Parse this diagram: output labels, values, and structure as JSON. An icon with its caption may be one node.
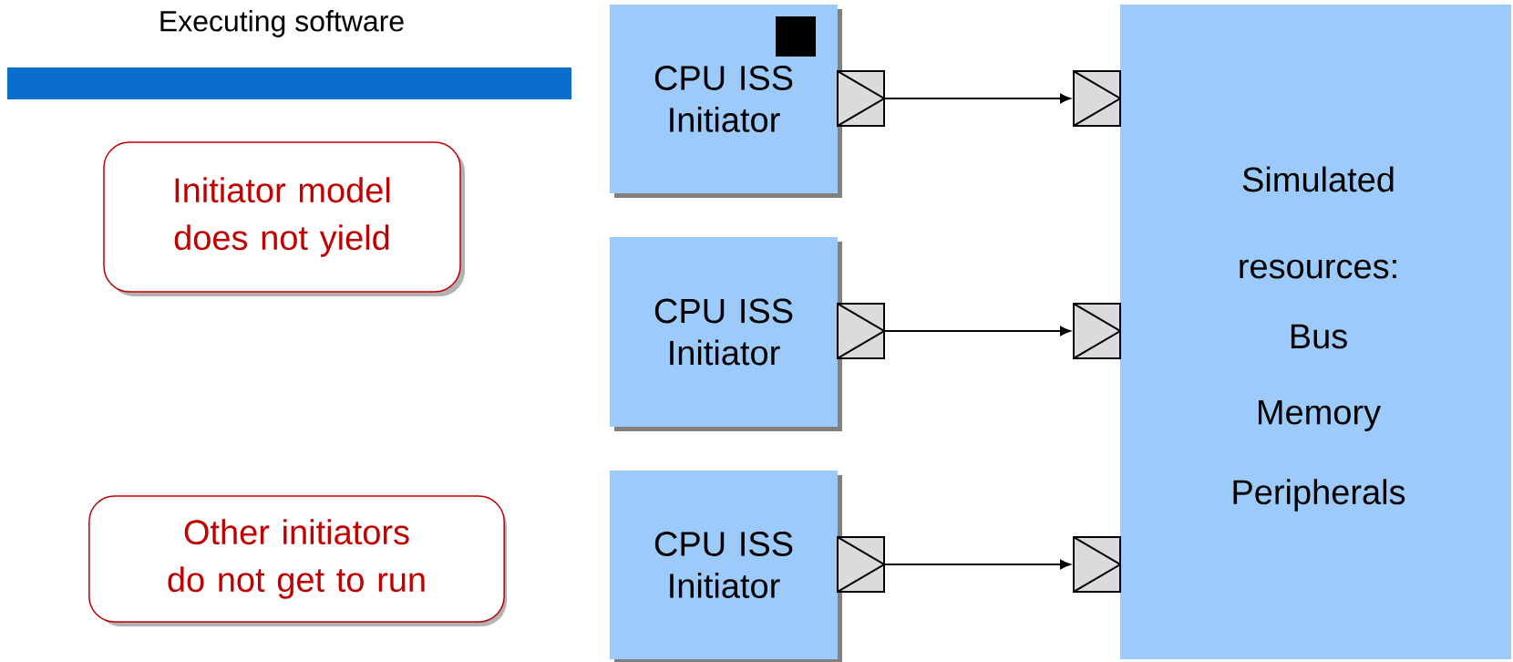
{
  "diagram": {
    "nodes": [
      {
        "text": [
          "CPU ISS Initiator"
        ]
      },
      {
        "text": [
          "CPU ISS Initiator"
        ]
      },
      {
        "text": [
          "CPU ISS Initiator"
        ]
      },
      {
        "text": [
          "Simulated resources:",
          "Bus",
          "Memory",
          "Peripherals"
        ]
      },
      {
        "text": [],
        "shape": "box"
      },
      {
        "text": [],
        "shape": "box"
      },
      {
        "text": [],
        "shape": "box"
      },
      {
        "text": [],
        "shape": "box"
      },
      {
        "text": [],
        "shape": "box"
      },
      {
        "text": [],
        "shape": "box"
      },
      {
        "text": [
          "Initiator model does not yield"
        ]
      },
      {
        "text": [
          "Other initiators do not get to run"
        ]
      }
    ],
    "edges": [
      {
        "from": 4,
        "to": 7,
        "arrow": "to"
      },
      {
        "from": 5,
        "to": 8,
        "arrow": "to"
      },
      {
        "from": 6,
        "to": 9,
        "arrow": "to"
      }
    ],
    "labels": [
      "Executing  software"
    ]
  }
}
